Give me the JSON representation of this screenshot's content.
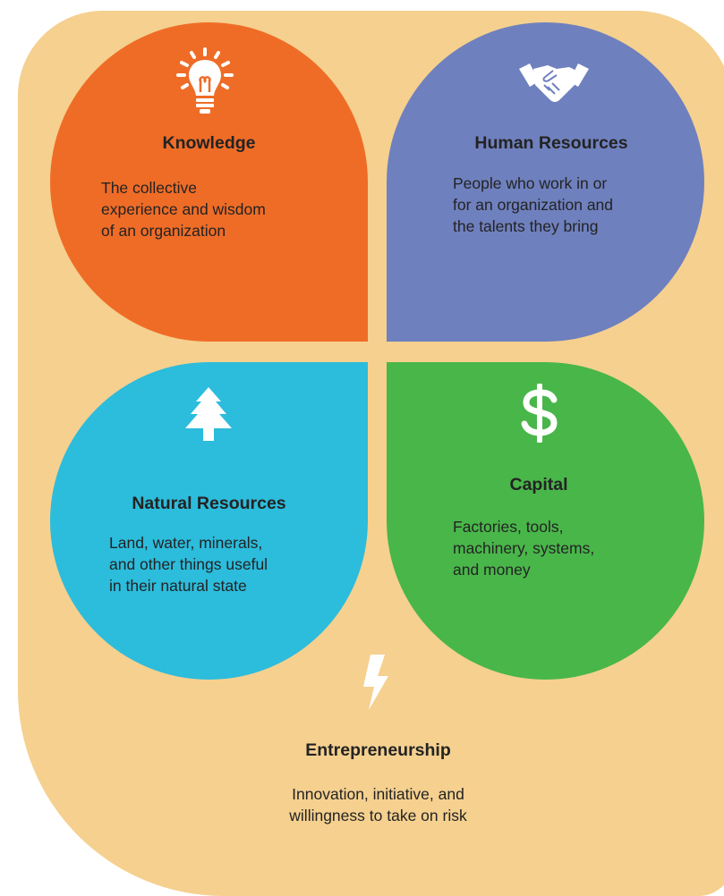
{
  "colors": {
    "background": "#f5d08f",
    "knowledge": "#ef6c27",
    "human_resources": "#6f80be",
    "natural_resources": "#2cbcdc",
    "capital": "#49b64a",
    "icon": "#ffffff",
    "text": "#232323"
  },
  "knowledge": {
    "icon": "lightbulb-icon",
    "title": "Knowledge",
    "description": "The collective\nexperience and wisdom\nof an organization"
  },
  "human_resources": {
    "icon": "handshake-icon",
    "title": "Human Resources",
    "description": "People who work in or\nfor an organization and\nthe talents they bring"
  },
  "natural_resources": {
    "icon": "tree-icon",
    "title": "Natural Resources",
    "description": "Land, water, minerals,\nand other things useful\nin their natural state"
  },
  "capital": {
    "icon": "dollar-sign-icon",
    "title": "Capital",
    "description": "Factories, tools,\nmachinery, systems,\nand money"
  },
  "entrepreneurship": {
    "icon": "lightning-bolt-icon",
    "title": "Entrepreneurship",
    "description": "Innovation, initiative, and\nwillingness to take on risk"
  }
}
